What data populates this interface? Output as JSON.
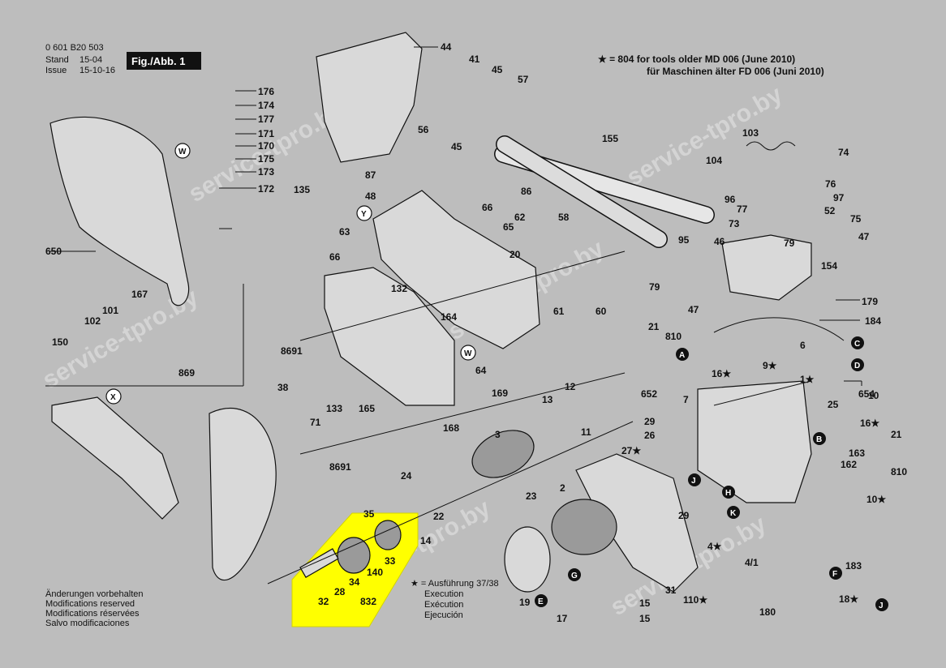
{
  "header": {
    "drawing_number": "0 601 B20 503",
    "stand_label": "Stand",
    "stand_value": "15-04",
    "issue_label": "Issue",
    "issue_value": "15-10-16",
    "figure_label": "Fig./Abb. 1"
  },
  "note": {
    "line1": "★ = 804 for tools older MD 006 (June 2010)",
    "line2": "für Maschinen älter FD 006 (Juni 2010)"
  },
  "footer": {
    "changes": [
      "Änderungen vorbehalten",
      "Modifications reserved",
      "Modifications réservées",
      "Salvo modificaciones"
    ],
    "execution_title": "★ = Ausführung 37/38",
    "execution": [
      "Execution",
      "Exécution",
      "Ejecución"
    ]
  },
  "watermarks": [
    "service-tpro.by",
    "service-tpro.by",
    "service-tpro.by",
    "service-tpro.by",
    "service-tpro.by",
    "service-tpro.by"
  ],
  "callouts": [
    "A",
    "B",
    "C",
    "D",
    "E",
    "F",
    "G",
    "H",
    "J",
    "K",
    "W",
    "X",
    "Y"
  ],
  "highlight_color": "#ffff00",
  "part_labels": [
    "44",
    "41",
    "45",
    "57",
    "56",
    "45",
    "155",
    "103",
    "74",
    "176",
    "174",
    "177",
    "171",
    "170",
    "175",
    "173",
    "172",
    "104",
    "76",
    "97",
    "52",
    "75",
    "47",
    "87",
    "48",
    "135",
    "66",
    "62",
    "65",
    "63",
    "86",
    "58",
    "96",
    "77",
    "73",
    "79",
    "95",
    "46",
    "154",
    "650",
    "66",
    "20",
    "132",
    "167",
    "101",
    "102",
    "150",
    "79",
    "47",
    "179",
    "184",
    "61",
    "60",
    "164",
    "21",
    "810",
    "6",
    "8691",
    "W",
    "64",
    "169",
    "652",
    "16★",
    "9★",
    "1★",
    "25",
    "654",
    "869",
    "38",
    "133",
    "165",
    "71",
    "168",
    "13",
    "12",
    "29",
    "7",
    "26",
    "8691",
    "3",
    "11",
    "10",
    "16★",
    "163",
    "162",
    "21",
    "810",
    "10★",
    "27★",
    "24",
    "23",
    "22",
    "2",
    "J",
    "14",
    "29",
    "4★",
    "4/1",
    "35",
    "33",
    "140",
    "34",
    "28",
    "832",
    "32",
    "19",
    "17",
    "15",
    "15",
    "31",
    "110★",
    "183",
    "180",
    "18★"
  ]
}
